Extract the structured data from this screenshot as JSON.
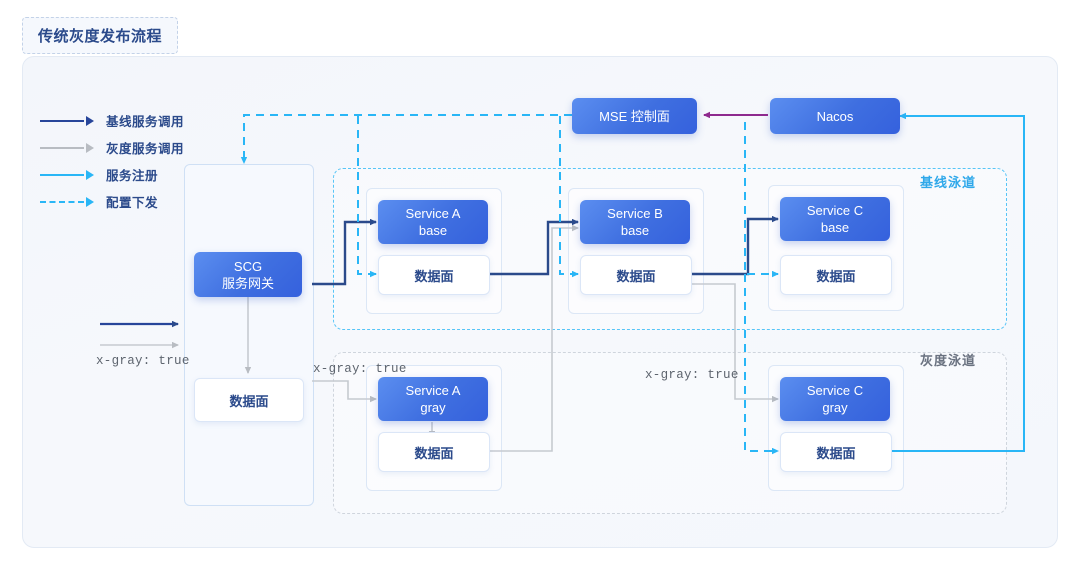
{
  "title": "传统灰度发布流程",
  "legend": {
    "items": [
      {
        "label": "基线服务调用",
        "style": "solid",
        "color": "#27459a",
        "icon": "arrow-line-icon"
      },
      {
        "label": "灰度服务调用",
        "style": "solid",
        "color": "#b8bcc2",
        "icon": "arrow-line-icon"
      },
      {
        "label": "服务注册",
        "style": "solid",
        "color": "#29b6f6",
        "icon": "arrow-line-icon"
      },
      {
        "label": "配置下发",
        "style": "dashed",
        "color": "#29b6f6",
        "icon": "arrow-dashed-icon"
      }
    ]
  },
  "nodes": {
    "mse": "MSE 控制面",
    "nacos": "Nacos",
    "gateway_l1": "SCG",
    "gateway_l2": "服务网关",
    "gateway_dataplane": "数据面",
    "service_a_base_l1": "Service A",
    "service_a_base_l2": "base",
    "service_a_base_dp": "数据面",
    "service_b_base_l1": "Service B",
    "service_b_base_l2": "base",
    "service_b_base_dp": "数据面",
    "service_c_base_l1": "Service C",
    "service_c_base_l2": "base",
    "service_c_base_dp": "数据面",
    "service_a_gray_l1": "Service A",
    "service_a_gray_l2": "gray",
    "service_a_gray_dp": "数据面",
    "service_c_gray_l1": "Service C",
    "service_c_gray_l2": "gray",
    "service_c_gray_dp": "数据面"
  },
  "lanes": {
    "baseline": "基线泳道",
    "gray": "灰度泳道"
  },
  "annotations": {
    "xgray_ingress": "x-gray: true",
    "xgray_a": "x-gray: true",
    "xgray_c": "x-gray: true"
  },
  "colors": {
    "baseline_call": "#27459a",
    "gray_call": "#b8bcc2",
    "service_register": "#29b6f6",
    "config_push": "#29b6f6",
    "control_link": "#8e2a8e",
    "node_blue": "#3f6fe0",
    "panel_bg": "#f4f7fc",
    "title_text": "#2b4a8b"
  }
}
